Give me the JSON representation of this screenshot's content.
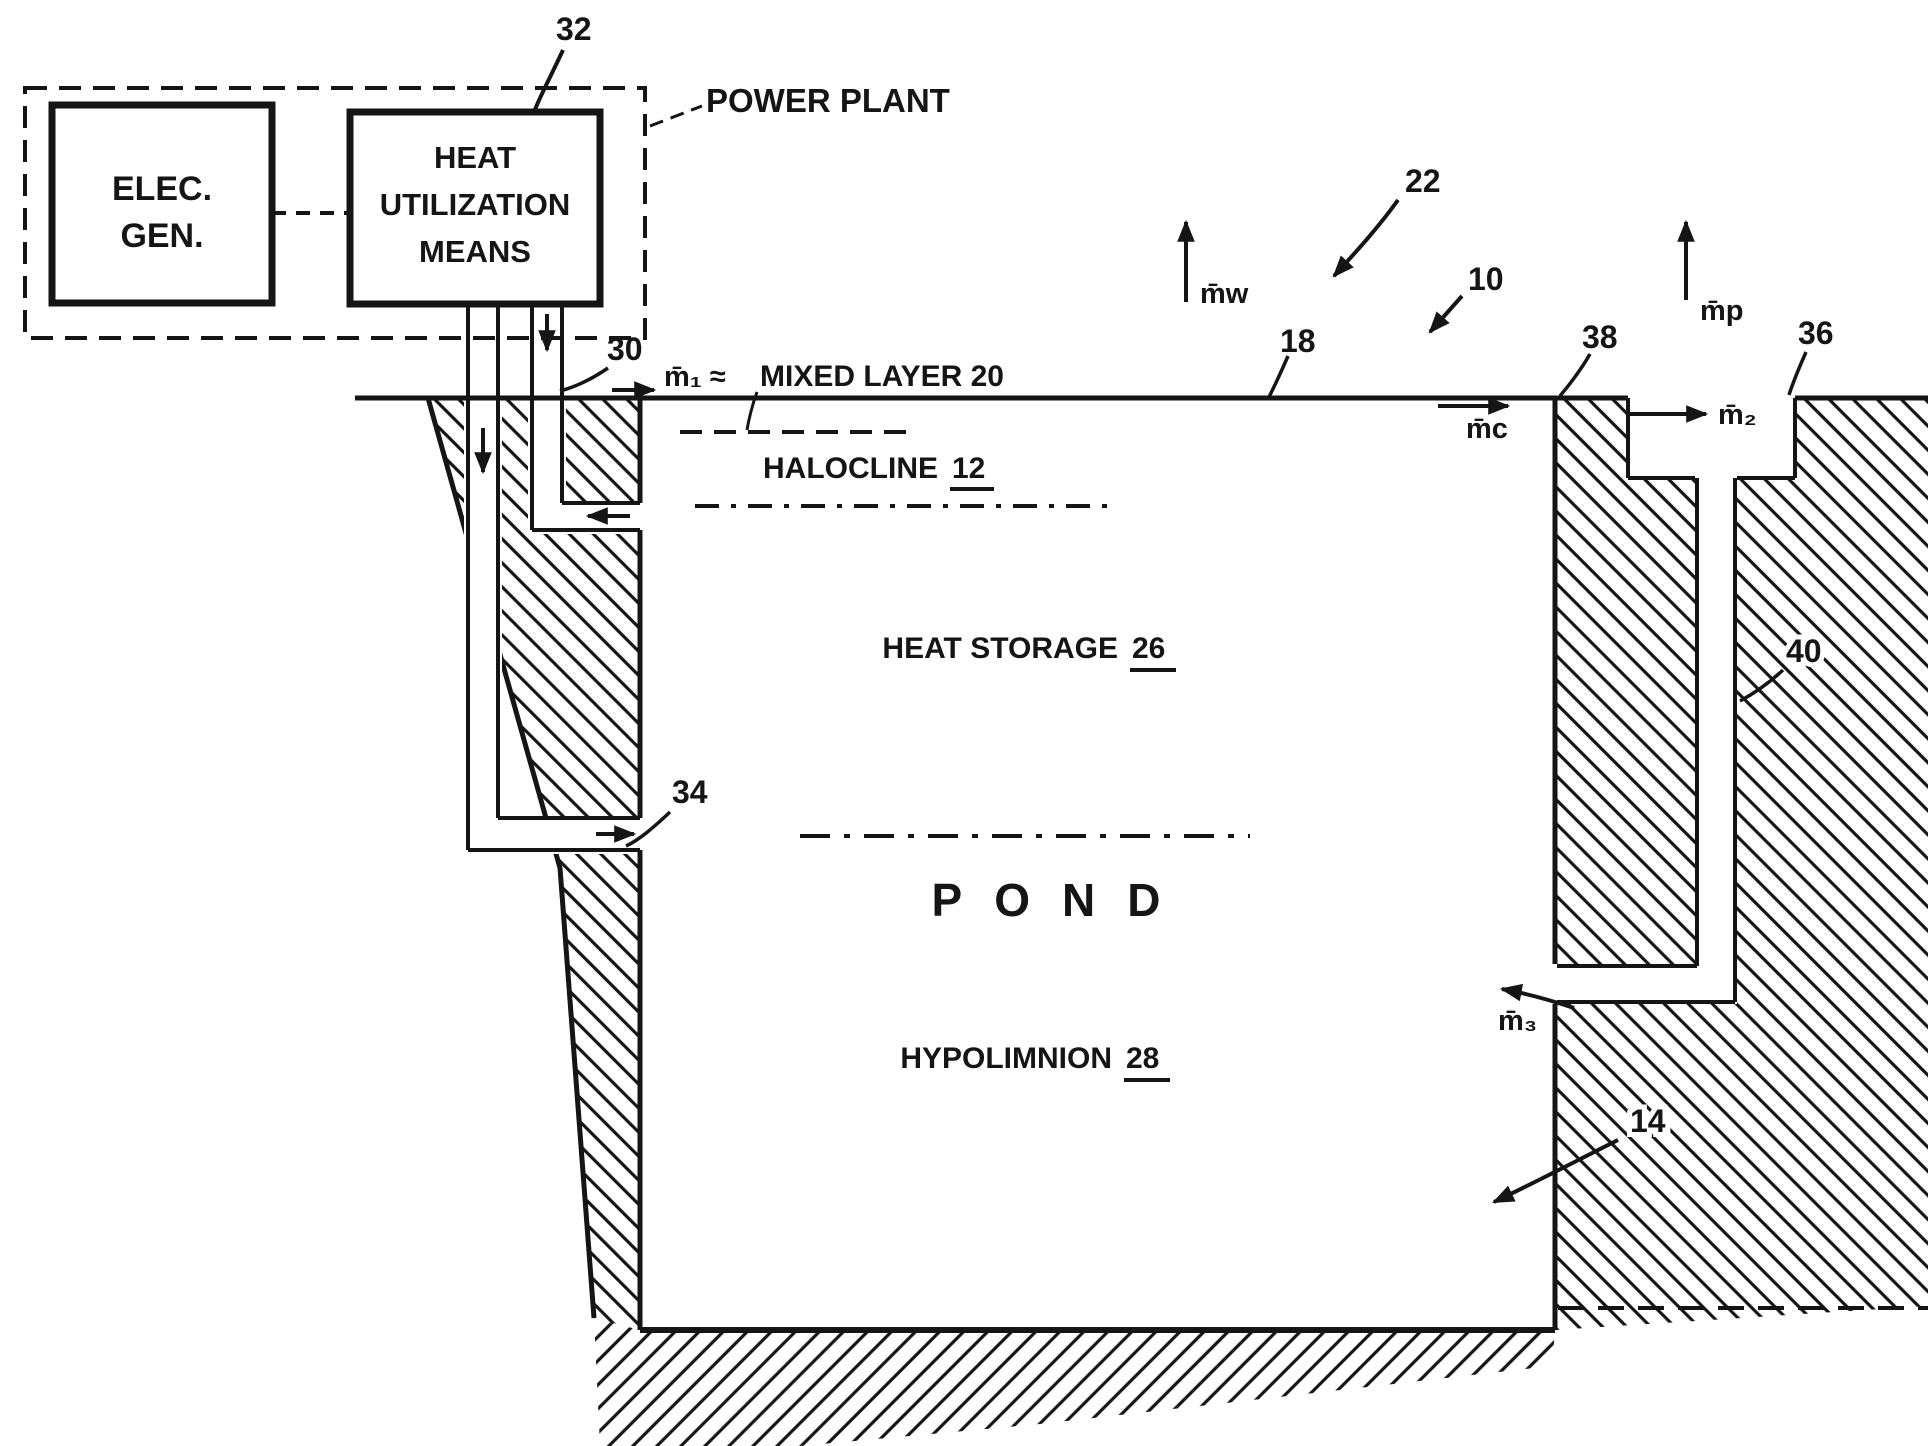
{
  "diagram": {
    "colors": {
      "ink": "#151515",
      "background": "#ffffff"
    },
    "power_plant": {
      "label": "POWER PLANT",
      "elec_line1": "ELEC.",
      "elec_line2": "GEN.",
      "heat_line1": "HEAT",
      "heat_line2": "UTILIZATION",
      "heat_line3": "MEANS"
    },
    "layers": {
      "mixed_layer": "MIXED LAYER 20",
      "halocline": "HALOCLINE",
      "halocline_num": "12",
      "heat_storage": "HEAT STORAGE",
      "heat_storage_num": "26",
      "pond": "POND",
      "hypolimnion": "HYPOLIMNION",
      "hypolimnion_num": "28"
    },
    "refs": {
      "n10": "10",
      "n14": "14",
      "n18": "18",
      "n22": "22",
      "n30": "30",
      "n32": "32",
      "n34": "34",
      "n36": "36",
      "n38": "38",
      "n40": "40"
    },
    "flows": {
      "mw": "m̄w",
      "m1": "m̄₁ ≈",
      "mc": "m̄c",
      "mp": "m̄p",
      "m2": "m̄₂",
      "m3": "m̄₃"
    }
  }
}
